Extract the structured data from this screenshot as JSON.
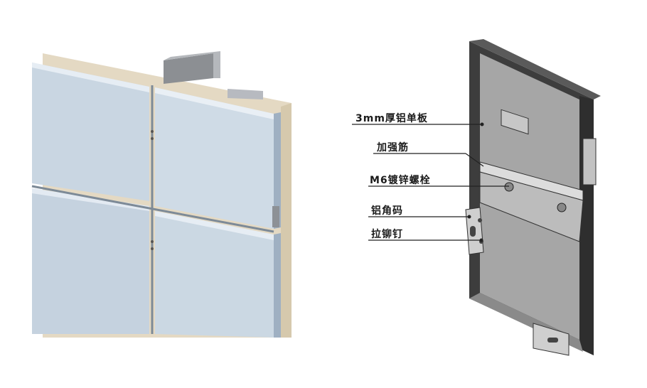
{
  "labels": [
    "3mm厚铝单板",
    "加强筋",
    "M6镀锌螺栓",
    "铝角码",
    "拉铆钉"
  ],
  "colors": {
    "panel": "#c9d6e2",
    "panel_light": "#dbe4ee",
    "frame_dark": "#3d3d3d",
    "panel_gray": "#a6a6a6",
    "wall": "#e4d9c3"
  }
}
